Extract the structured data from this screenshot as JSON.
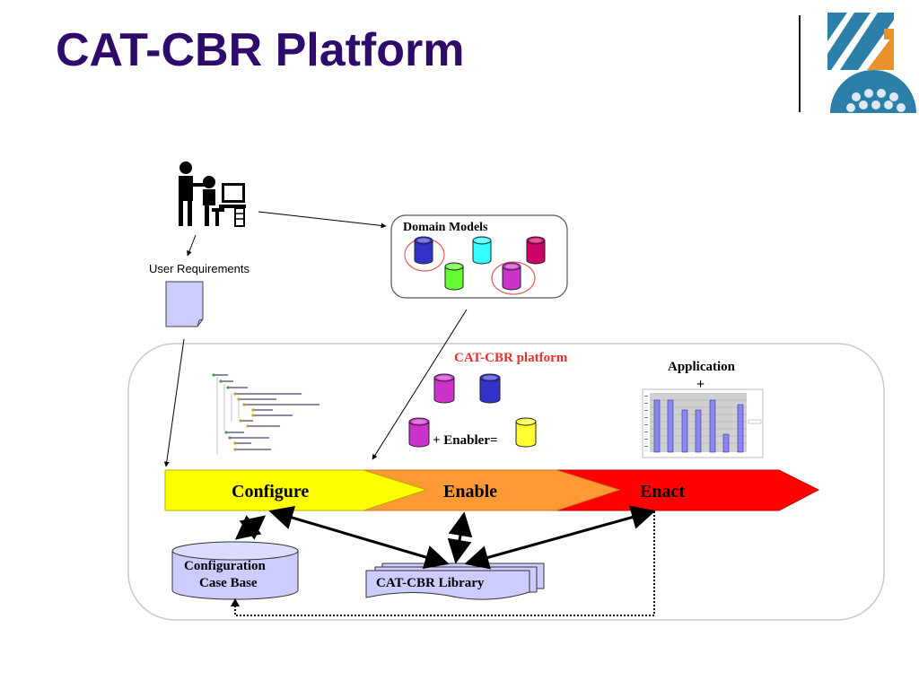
{
  "slide": {
    "title": "CAT-CBR Platform"
  },
  "diagram": {
    "user_requirements": "User Requirements",
    "domain_models": "Domain Models",
    "platform_label": "CAT-CBR platform",
    "application_label": "Application",
    "plus_sign": "+",
    "enabler_label": "+ Enabler=",
    "stages": [
      "Configure",
      "Enable",
      "Enact"
    ],
    "config_case_base": [
      "Configuration",
      "Case Base"
    ],
    "library_label": "CAT-CBR Library"
  },
  "colors": {
    "title": "#2e0b6b",
    "configure": "#ffff00",
    "enable": "#ff9933",
    "enact": "#ff0000",
    "cylinder_blue": "#3333cc",
    "cylinder_cyan": "#33ffff",
    "cylinder_green": "#66ff33",
    "cylinder_magenta": "#cc33cc",
    "cylinder_pink": "#cc0066",
    "cylinder_yellow": "#ffff33",
    "platform_label": "#e53030",
    "document_fill": "#ccccff"
  },
  "icons": [
    "people-at-computer-icon",
    "document-icon",
    "database-cylinder-icon",
    "logo-icon"
  ]
}
